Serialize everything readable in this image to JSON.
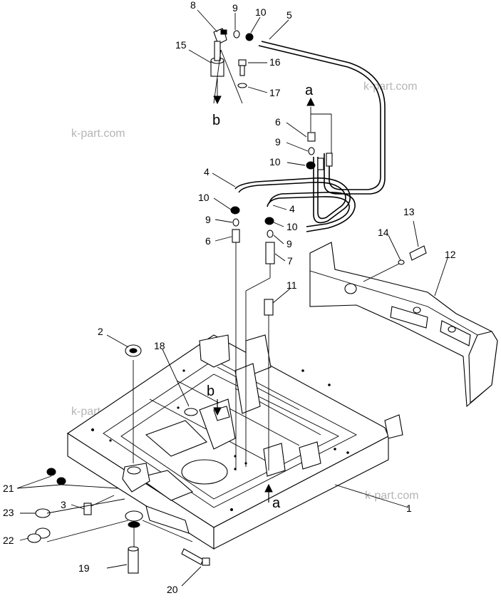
{
  "watermark": "k-part.com",
  "callouts": {
    "c1": "1",
    "c2": "2",
    "c3": "3",
    "c4a": "4",
    "c4b": "4",
    "c5": "5",
    "c6a": "6",
    "c6b": "6",
    "c7": "7",
    "c8": "8",
    "c9a": "9",
    "c9b": "9",
    "c9c": "9",
    "c9d": "9",
    "c10a": "10",
    "c10b": "10",
    "c10c": "10",
    "c10d": "10",
    "c11": "11",
    "c12": "12",
    "c13": "13",
    "c14": "14",
    "c15": "15",
    "c16": "16",
    "c17": "17",
    "c18": "18",
    "c19": "19",
    "c20": "20",
    "c21": "21",
    "c22": "22",
    "c23": "23"
  },
  "refs": {
    "a_top": "a",
    "b_top": "b",
    "a_frame": "a",
    "b_frame": "b"
  }
}
